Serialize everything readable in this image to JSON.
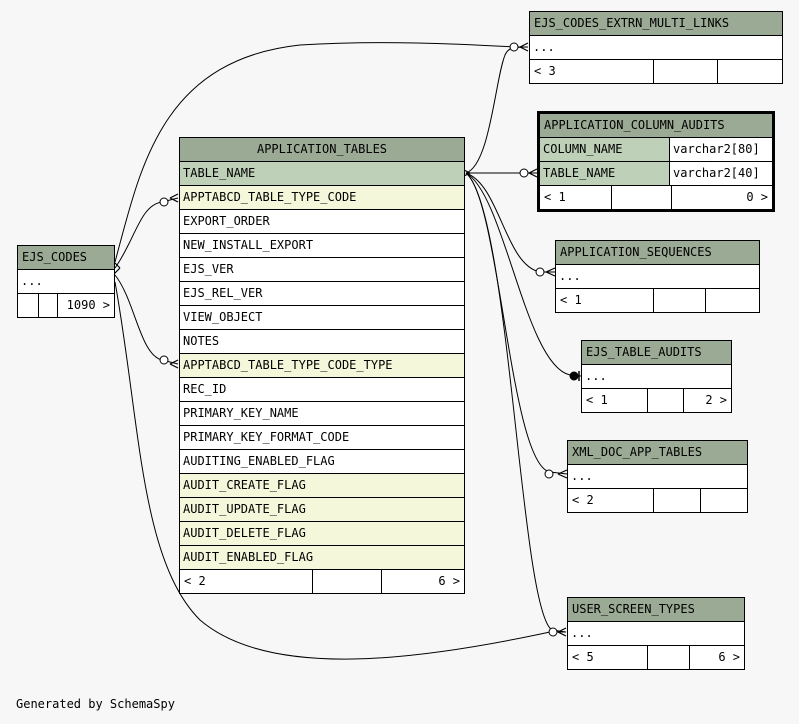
{
  "footer_text": "Generated by SchemaSpy",
  "tables": {
    "application_tables": {
      "name": "APPLICATION_TABLES",
      "columns": [
        "TABLE_NAME",
        "APPTABCD_TABLE_TYPE_CODE",
        "EXPORT_ORDER",
        "NEW_INSTALL_EXPORT",
        "EJS_VER",
        "EJS_REL_VER",
        "VIEW_OBJECT",
        "NOTES",
        "APPTABCD_TABLE_TYPE_CODE_TYPE",
        "REC_ID",
        "PRIMARY_KEY_NAME",
        "PRIMARY_KEY_FORMAT_CODE",
        "AUDITING_ENABLED_FLAG",
        "AUDIT_CREATE_FLAG",
        "AUDIT_UPDATE_FLAG",
        "AUDIT_DELETE_FLAG",
        "AUDIT_ENABLED_FLAG"
      ],
      "foot_left": "< 2",
      "foot_mid": "",
      "foot_right": "6 >"
    },
    "ejs_codes": {
      "name": "EJS_CODES",
      "placeholder": "...",
      "foot_left": "",
      "foot_mid": "",
      "foot_right": "1090 >"
    },
    "ejs_codes_extrn_multi_links": {
      "name": "EJS_CODES_EXTRN_MULTI_LINKS",
      "placeholder": "...",
      "foot_left": "< 3",
      "foot_mid": "",
      "foot_right": ""
    },
    "application_column_audits": {
      "name": "APPLICATION_COLUMN_AUDITS",
      "rows": [
        {
          "column": "COLUMN_NAME",
          "type": "varchar2[80]"
        },
        {
          "column": "TABLE_NAME",
          "type": "varchar2[40]"
        }
      ],
      "foot_left": "< 1",
      "foot_mid": "",
      "foot_right": "0 >"
    },
    "application_sequences": {
      "name": "APPLICATION_SEQUENCES",
      "placeholder": "...",
      "foot_left": "< 1",
      "foot_mid": "",
      "foot_right": ""
    },
    "ejs_table_audits": {
      "name": "EJS_TABLE_AUDITS",
      "placeholder": "...",
      "foot_left": "< 1",
      "foot_mid": "",
      "foot_right": "2 >"
    },
    "xml_doc_app_tables": {
      "name": "XML_DOC_APP_TABLES",
      "placeholder": "...",
      "foot_left": "< 2",
      "foot_mid": "",
      "foot_right": ""
    },
    "user_screen_types": {
      "name": "USER_SCREEN_TYPES",
      "placeholder": "...",
      "foot_left": "< 5",
      "foot_mid": "",
      "foot_right": "6 >"
    }
  }
}
